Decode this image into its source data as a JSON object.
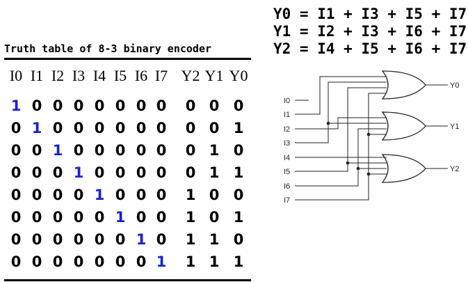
{
  "equations": {
    "y0": "Y0 = I1 + I3 + I5 + I7",
    "y1": "Y1 = I2 + I3 + I6 + I7",
    "y2": "Y2 = I4 + I5 + I6 + I7"
  },
  "truth_table": {
    "title": "Truth table of 8-3 binary encoder",
    "headers": [
      "I0",
      "I1",
      "I2",
      "I3",
      "I4",
      "I5",
      "I6",
      "I7",
      "Y2",
      "Y1",
      "Y0"
    ],
    "rows": [
      [
        "1",
        "0",
        "0",
        "0",
        "0",
        "0",
        "0",
        "0",
        "0",
        "0",
        "0"
      ],
      [
        "0",
        "1",
        "0",
        "0",
        "0",
        "0",
        "0",
        "0",
        "0",
        "0",
        "1"
      ],
      [
        "0",
        "0",
        "1",
        "0",
        "0",
        "0",
        "0",
        "0",
        "0",
        "1",
        "0"
      ],
      [
        "0",
        "0",
        "0",
        "1",
        "0",
        "0",
        "0",
        "0",
        "0",
        "1",
        "1"
      ],
      [
        "0",
        "0",
        "0",
        "0",
        "1",
        "0",
        "0",
        "0",
        "1",
        "0",
        "0"
      ],
      [
        "0",
        "0",
        "0",
        "0",
        "0",
        "1",
        "0",
        "0",
        "1",
        "0",
        "1"
      ],
      [
        "0",
        "0",
        "0",
        "0",
        "0",
        "0",
        "1",
        "0",
        "1",
        "1",
        "0"
      ],
      [
        "0",
        "0",
        "0",
        "0",
        "0",
        "0",
        "0",
        "1",
        "1",
        "1",
        "1"
      ]
    ],
    "highlight_color": "#1a23c8"
  },
  "circuit": {
    "inputs": [
      "I0",
      "I1",
      "I2",
      "I3",
      "I4",
      "I5",
      "I6",
      "I7"
    ],
    "outputs": [
      "Y0",
      "Y1",
      "Y2"
    ]
  }
}
